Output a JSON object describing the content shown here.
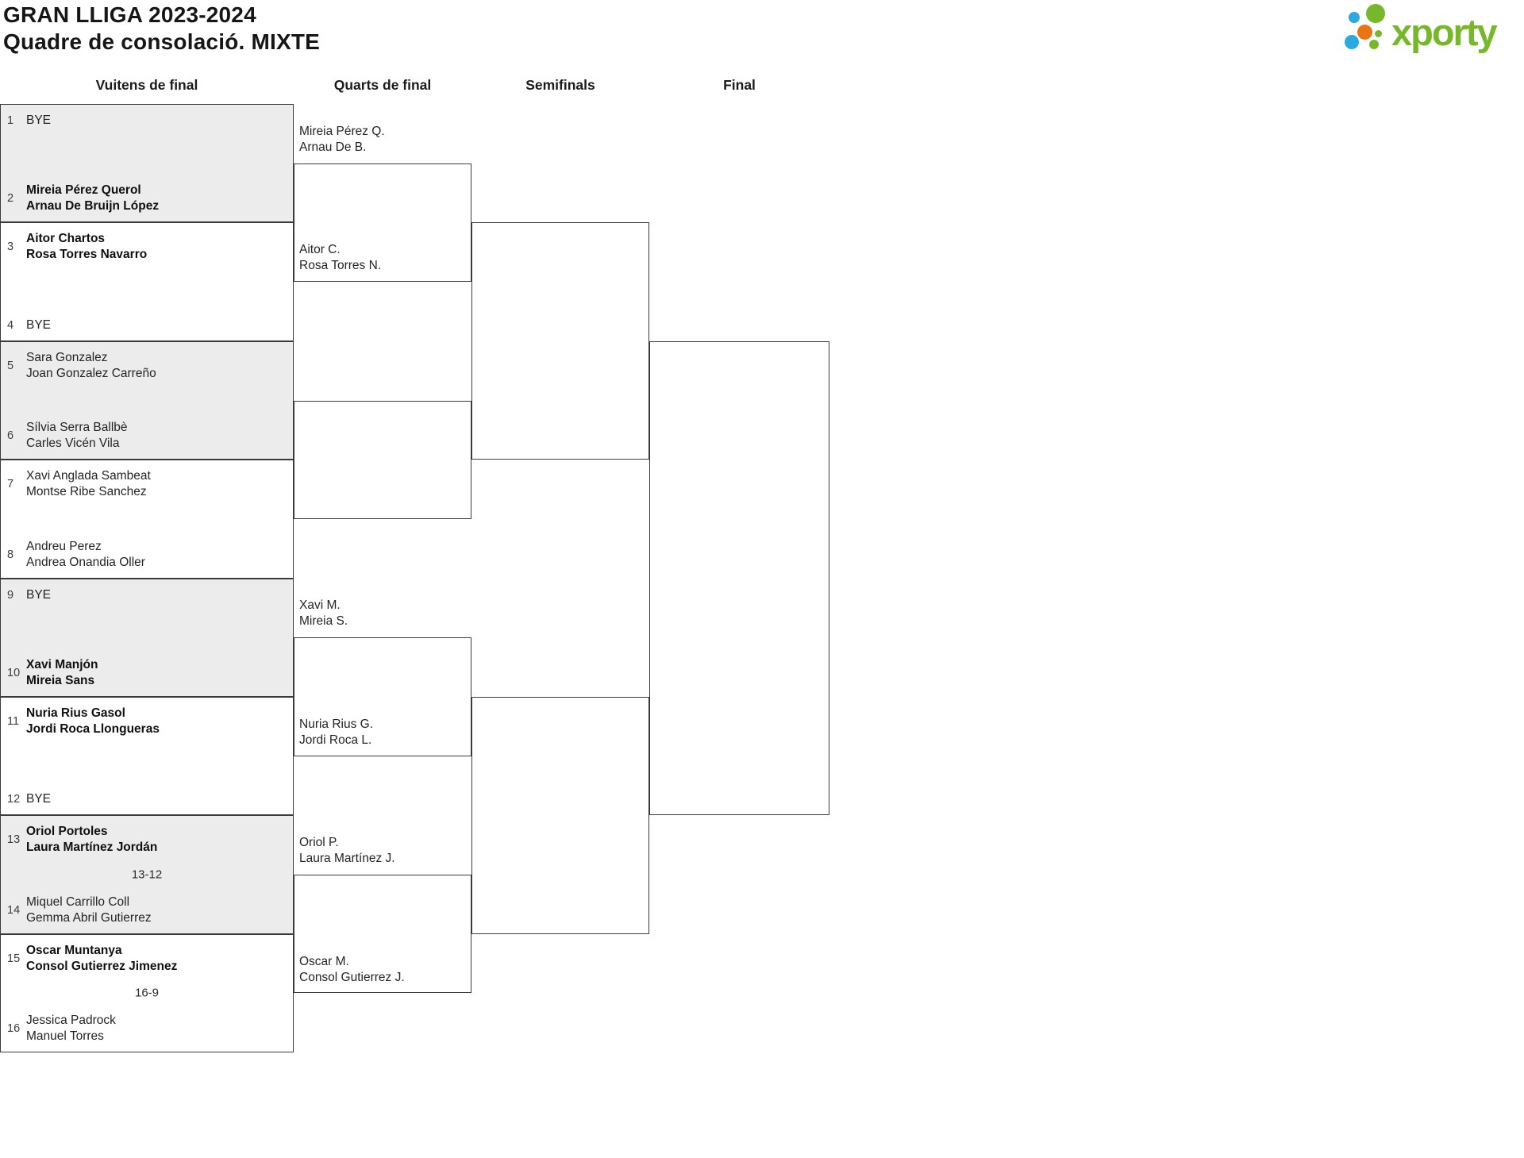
{
  "title": "GRAN LLIGA 2023-2024",
  "subtitle": "Quadre de consolació. MIXTE",
  "logo": {
    "brand": "xporty",
    "colors": {
      "green": "#76b82a",
      "blue": "#2ba9e1",
      "orange": "#e87511"
    }
  },
  "rounds": [
    {
      "label": "Vuitens de final"
    },
    {
      "label": "Quarts de final"
    },
    {
      "label": "Semifinals"
    },
    {
      "label": "Final"
    }
  ],
  "round_of_16": [
    {
      "shaded": true,
      "score": null,
      "top": {
        "seed": "1",
        "names": [
          "BYE"
        ],
        "winner": false
      },
      "bottom": {
        "seed": "2",
        "names": [
          "Mireia Pérez Querol",
          "Arnau De Bruijn López"
        ],
        "winner": true
      }
    },
    {
      "shaded": false,
      "score": null,
      "top": {
        "seed": "3",
        "names": [
          "Aitor Chartos",
          "Rosa Torres Navarro"
        ],
        "winner": true
      },
      "bottom": {
        "seed": "4",
        "names": [
          "BYE"
        ],
        "winner": false
      }
    },
    {
      "shaded": true,
      "score": null,
      "top": {
        "seed": "5",
        "names": [
          "Sara Gonzalez",
          "Joan Gonzalez Carreño"
        ],
        "winner": false
      },
      "bottom": {
        "seed": "6",
        "names": [
          "Sílvia Serra Ballbè",
          "Carles Vicén Vila"
        ],
        "winner": false
      }
    },
    {
      "shaded": false,
      "score": null,
      "top": {
        "seed": "7",
        "names": [
          "Xavi Anglada Sambeat",
          "Montse Ribe Sanchez"
        ],
        "winner": false
      },
      "bottom": {
        "seed": "8",
        "names": [
          "Andreu Perez",
          "Andrea Onandia Oller"
        ],
        "winner": false
      }
    },
    {
      "shaded": true,
      "score": null,
      "top": {
        "seed": "9",
        "names": [
          "BYE"
        ],
        "winner": false
      },
      "bottom": {
        "seed": "10",
        "names": [
          "Xavi Manjón",
          "Mireia Sans"
        ],
        "winner": true
      }
    },
    {
      "shaded": false,
      "score": null,
      "top": {
        "seed": "11",
        "names": [
          "Nuria Rius Gasol",
          "Jordi Roca Llongueras"
        ],
        "winner": true
      },
      "bottom": {
        "seed": "12",
        "names": [
          "BYE"
        ],
        "winner": false
      }
    },
    {
      "shaded": true,
      "score": "13-12",
      "top": {
        "seed": "13",
        "names": [
          "Oriol Portoles",
          "Laura Martínez Jordán"
        ],
        "winner": true
      },
      "bottom": {
        "seed": "14",
        "names": [
          "Miquel Carrillo Coll",
          "Gemma Abril Gutierrez"
        ],
        "winner": false
      }
    },
    {
      "shaded": false,
      "score": "16-9",
      "top": {
        "seed": "15",
        "names": [
          "Oscar Muntanya",
          "Consol Gutierrez Jimenez"
        ],
        "winner": true
      },
      "bottom": {
        "seed": "16",
        "names": [
          "Jessica Padrock",
          "Manuel Torres"
        ],
        "winner": false
      }
    }
  ],
  "quarterfinals": [
    {
      "top": [
        "Mireia Pérez Q.",
        "Arnau De B."
      ],
      "bottom": [
        "Aitor C.",
        "Rosa Torres N."
      ]
    },
    {
      "top": [],
      "bottom": []
    },
    {
      "top": [
        "Xavi M.",
        "Mireia S."
      ],
      "bottom": [
        "Nuria Rius G.",
        "Jordi Roca L."
      ]
    },
    {
      "top": [
        "Oriol P.",
        "Laura Martínez J."
      ],
      "bottom": [
        "Oscar M.",
        "Consol Gutierrez J."
      ]
    }
  ],
  "semifinals": [
    {
      "top": [],
      "bottom": []
    },
    {
      "top": [],
      "bottom": []
    }
  ],
  "final": [
    {
      "top": [],
      "bottom": []
    }
  ]
}
